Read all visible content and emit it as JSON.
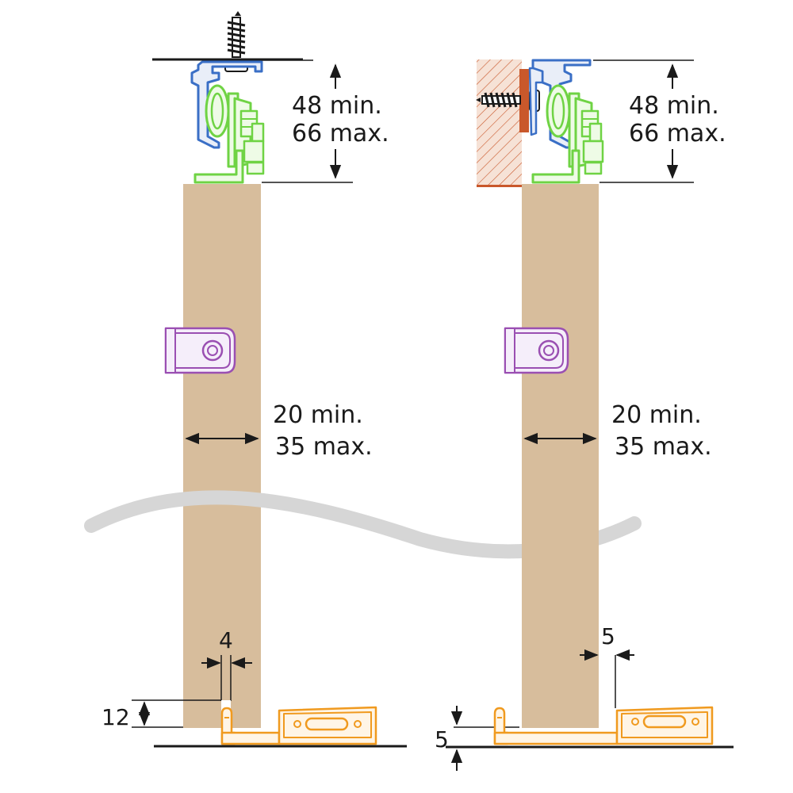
{
  "colors": {
    "door": "#d7bd9c",
    "rail": "#3a6fc6",
    "rail_fill": "#e9eef8",
    "trolley": "#6fd344",
    "trolley_fill": "#eefbe6",
    "guide": "#9a4fb2",
    "guide_fill": "#f5eefa",
    "floor_guide": "#f09a1f",
    "floor_guide_fill": "#fff5e6",
    "wall": "#c9582b",
    "wall_fill": "#f6e2d6",
    "break_line": "#d6d6d6",
    "ink": "#1a1a1a"
  },
  "left_view": {
    "mount": "ceiling",
    "height_dim": {
      "line1": "48 min.",
      "line2": "66 max."
    },
    "thickness_dim": {
      "line1": "20 min.",
      "line2": "35 max."
    },
    "slot_gap_dim": "4",
    "groove_depth_dim": "12"
  },
  "right_view": {
    "mount": "wall",
    "height_dim": {
      "line1": "48 min.",
      "line2": "66 max."
    },
    "thickness_dim": {
      "line1": "20 min.",
      "line2": "35 max."
    },
    "side_gap_dim": "5",
    "floor_gap_dim": "5"
  }
}
